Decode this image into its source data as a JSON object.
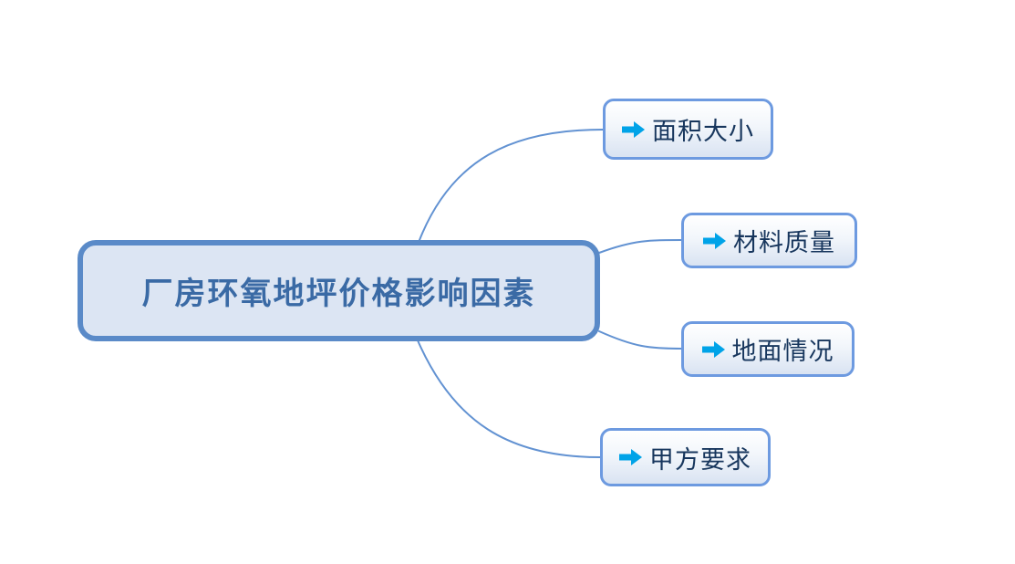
{
  "mindmap": {
    "root": {
      "label": "厂房环氧地坪价格影响因素"
    },
    "branches": [
      {
        "label": "面积大小",
        "icon": "arrow-right-icon"
      },
      {
        "label": "材料质量",
        "icon": "arrow-right-icon"
      },
      {
        "label": "地面情况",
        "icon": "arrow-right-icon"
      },
      {
        "label": "甲方要求",
        "icon": "arrow-right-icon"
      }
    ],
    "colors": {
      "background": "#ffffff",
      "root_border": "#5a8ac8",
      "root_fill": "#dce5f3",
      "root_text": "#3a6aa5",
      "branch_border": "#6d9ae0",
      "branch_fill_top": "#ffffff",
      "branch_fill_bottom": "#d9e3f2",
      "branch_text": "#17365d",
      "arrow_icon": "#00a3e8",
      "connector": "#6292d2"
    }
  }
}
